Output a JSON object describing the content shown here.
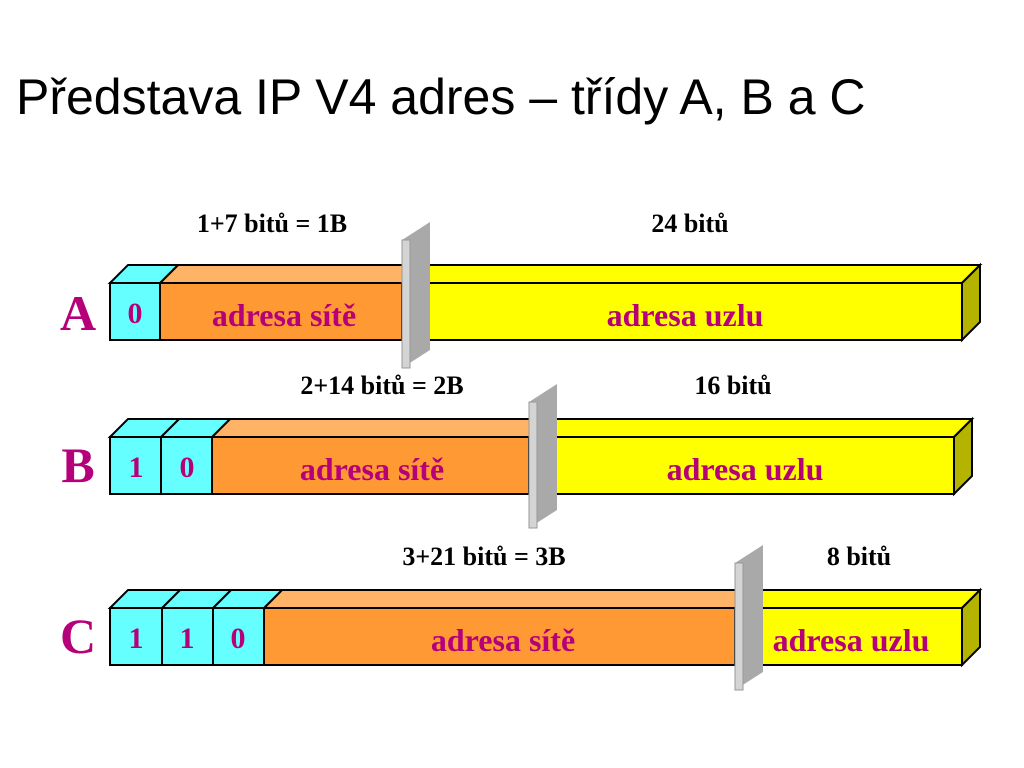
{
  "title": "Představa IP V4 adres – třídy A, B a C",
  "colors": {
    "prefix_bit": "#66ffff",
    "network_part": "#ff9933",
    "host_part": "#ffff00",
    "label_text": "#b5007a",
    "divider": "#c8c8c8"
  },
  "classes": [
    {
      "name": "A",
      "prefix_bits": [
        "0"
      ],
      "network_caption": "1+7 bitů = 1B",
      "host_caption": "24 bitů",
      "network_label": "adresa sítě",
      "host_label": "adresa uzlu"
    },
    {
      "name": "B",
      "prefix_bits": [
        "1",
        "0"
      ],
      "network_caption": "2+14 bitů = 2B",
      "host_caption": "16 bitů",
      "network_label": "adresa sítě",
      "host_label": "adresa uzlu"
    },
    {
      "name": "C",
      "prefix_bits": [
        "1",
        "1",
        "0"
      ],
      "network_caption": "3+21 bitů = 3B",
      "host_caption": "8 bitů",
      "network_label": "adresa sítě",
      "host_label": "adresa uzlu"
    }
  ]
}
